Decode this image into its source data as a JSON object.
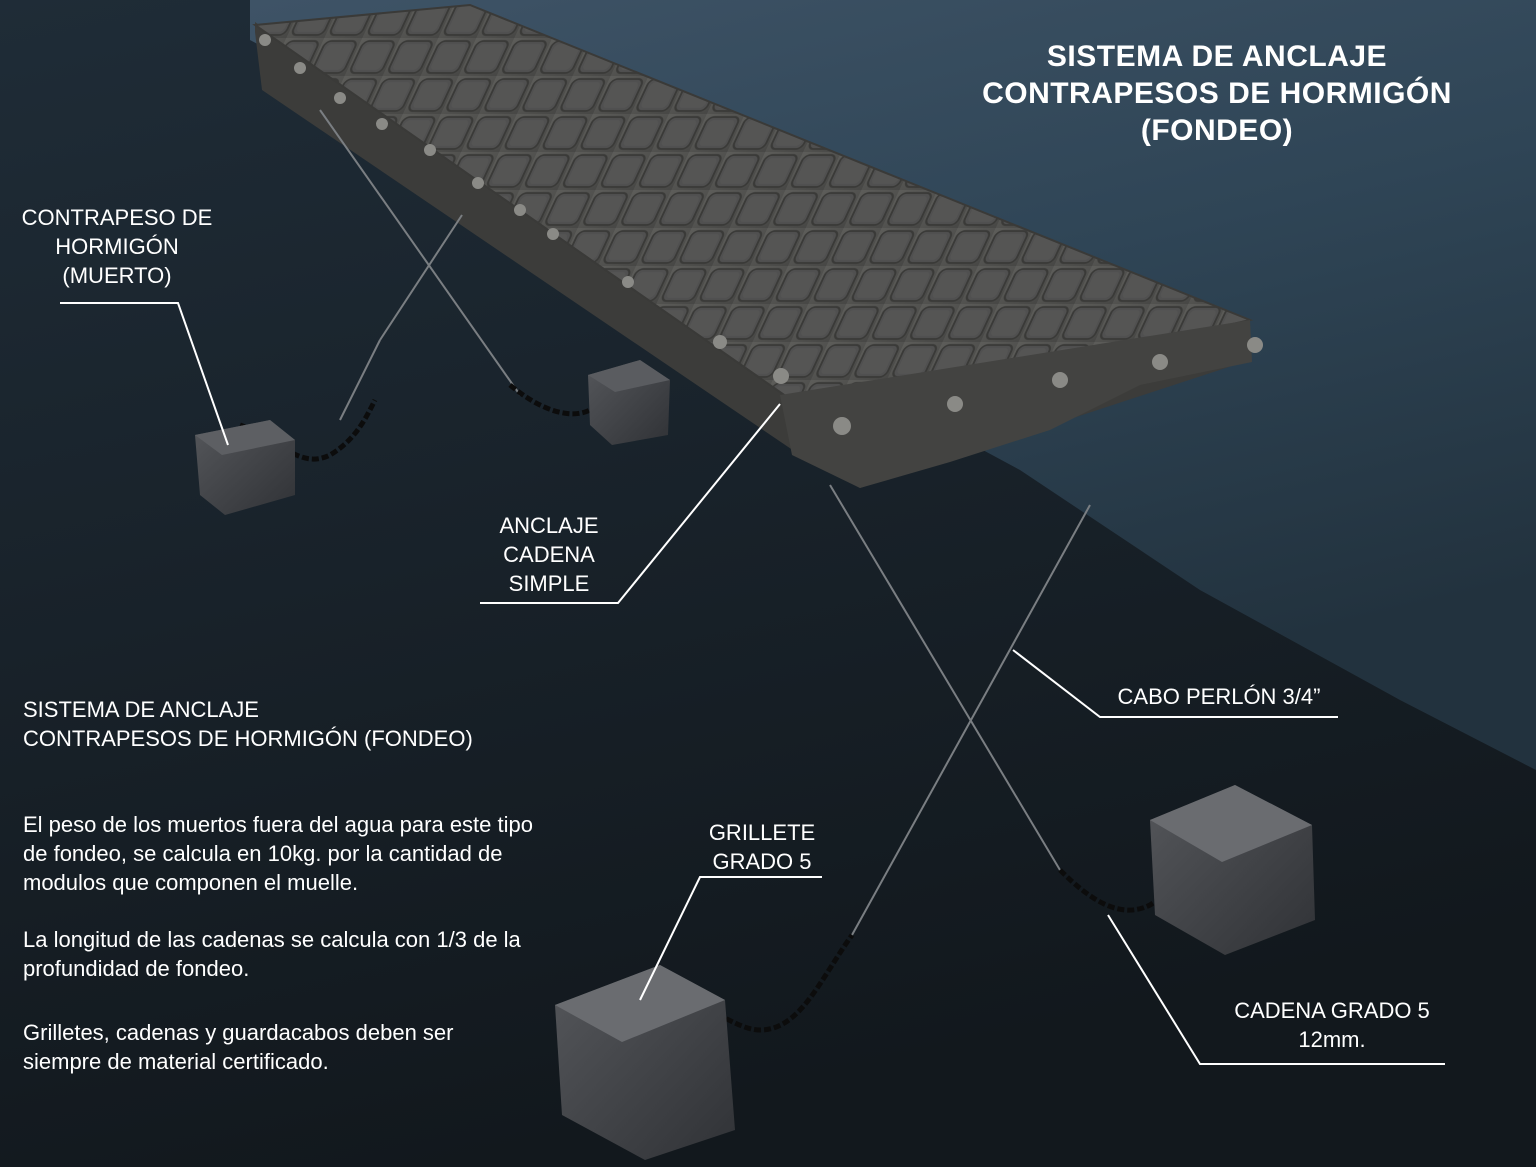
{
  "title": {
    "line1": "SISTEMA DE ANCLAJE",
    "line2": "CONTRAPESOS DE HORMIGÓN",
    "line3": "(FONDEO)"
  },
  "callouts": {
    "contrapeso": [
      "CONTRAPESO DE",
      "HORMIGÓN",
      "(MUERTO)"
    ],
    "anclaje": [
      "ANCLAJE",
      "CADENA",
      "SIMPLE"
    ],
    "cabo": [
      "CABO PERLÓN 3/4”"
    ],
    "grillete": [
      "GRILLETE",
      "GRADO 5"
    ],
    "cadena": [
      "CADENA GRADO 5",
      "12mm."
    ]
  },
  "description": {
    "heading_lines": [
      "SISTEMA DE ANCLAJE",
      "CONTRAPESOS DE HORMIGÓN (FONDEO)"
    ],
    "paragraph1_lines": [
      "El peso de los muertos fuera del agua para este tipo",
      "de fondeo, se calcula en 10kg. por la cantidad de",
      "modulos que componen el muelle."
    ],
    "paragraph2_lines": [
      "La longitud de las cadenas se calcula con 1/3 de la",
      "profundidad de fondeo."
    ],
    "paragraph3_lines": [
      "Grilletes, cadenas y guardacabos deben ser",
      "siempre de material certificado."
    ]
  },
  "colors": {
    "background_dark": "#1a2229",
    "water": "#2f4556",
    "dock": "#4a4a48",
    "concrete": "#45464a",
    "text": "#ffffff"
  }
}
